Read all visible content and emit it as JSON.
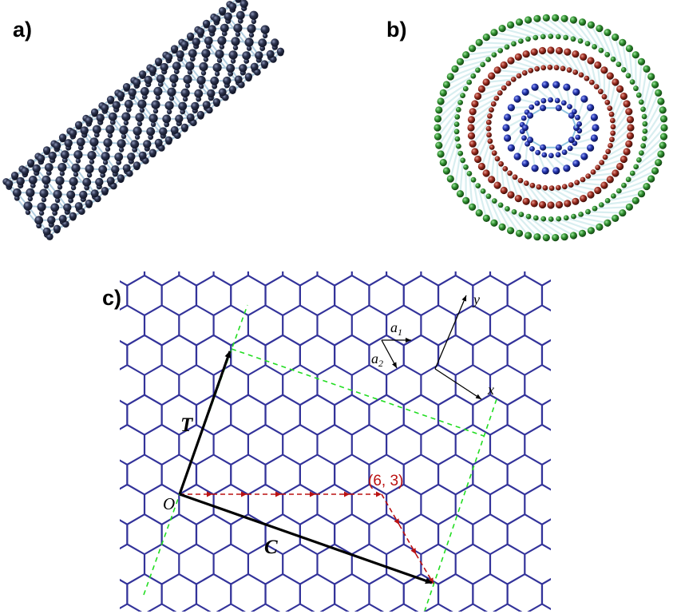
{
  "panels": {
    "a": {
      "label": "a)"
    },
    "b": {
      "label": "b)"
    },
    "c": {
      "label": "c)"
    }
  },
  "lattice": {
    "origin_label": "O",
    "chiral_vector_label": "C",
    "translation_vector_label": "T",
    "chiral_indices_label": "(6, 3)",
    "basis_vector_1": "a",
    "basis_vector_1_sub": "1",
    "basis_vector_2": "a",
    "basis_vector_2_sub": "2",
    "axis_x": "x",
    "axis_y": "y"
  },
  "colors": {
    "hex_line": "#33339a",
    "dash_green": "#22dd22",
    "dash_red": "#bb1111",
    "cnt_atom": "#2e3550",
    "cnt_bond": "#a9c8dc",
    "shell_green": "#2f8f2f",
    "shell_red": "#9a2a1e",
    "shell_blue": "#2233aa"
  }
}
